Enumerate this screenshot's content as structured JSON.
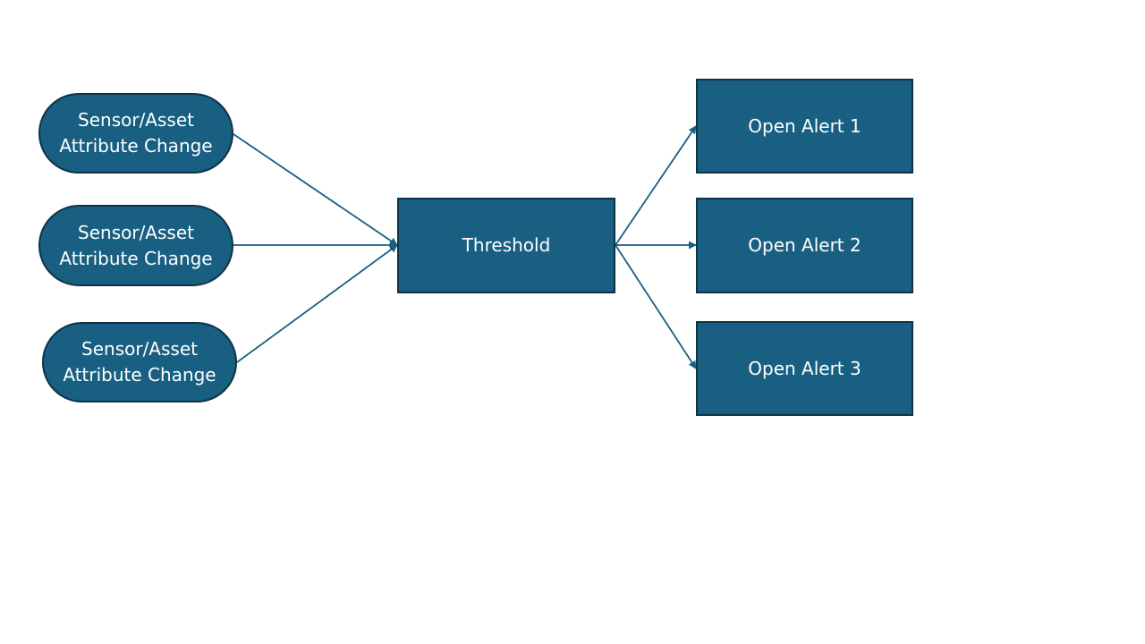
{
  "colors": {
    "node_fill": "#185f82",
    "node_border": "#0e3347",
    "connector": "#185f82",
    "text": "#ffffff"
  },
  "sources": [
    {
      "label": "Sensor/Asset\nAttribute Change"
    },
    {
      "label": "Sensor/Asset\nAttribute Change"
    },
    {
      "label": "Sensor/Asset\nAttribute Change"
    }
  ],
  "threshold": {
    "label": "Threshold"
  },
  "alerts": [
    {
      "label": "Open Alert 1"
    },
    {
      "label": "Open Alert 2"
    },
    {
      "label": "Open Alert 3"
    }
  ],
  "edges": [
    {
      "from": "src-1",
      "to": "threshold"
    },
    {
      "from": "src-2",
      "to": "threshold"
    },
    {
      "from": "src-3",
      "to": "threshold"
    },
    {
      "from": "threshold",
      "to": "alert-1"
    },
    {
      "from": "threshold",
      "to": "alert-2"
    },
    {
      "from": "threshold",
      "to": "alert-3"
    }
  ]
}
